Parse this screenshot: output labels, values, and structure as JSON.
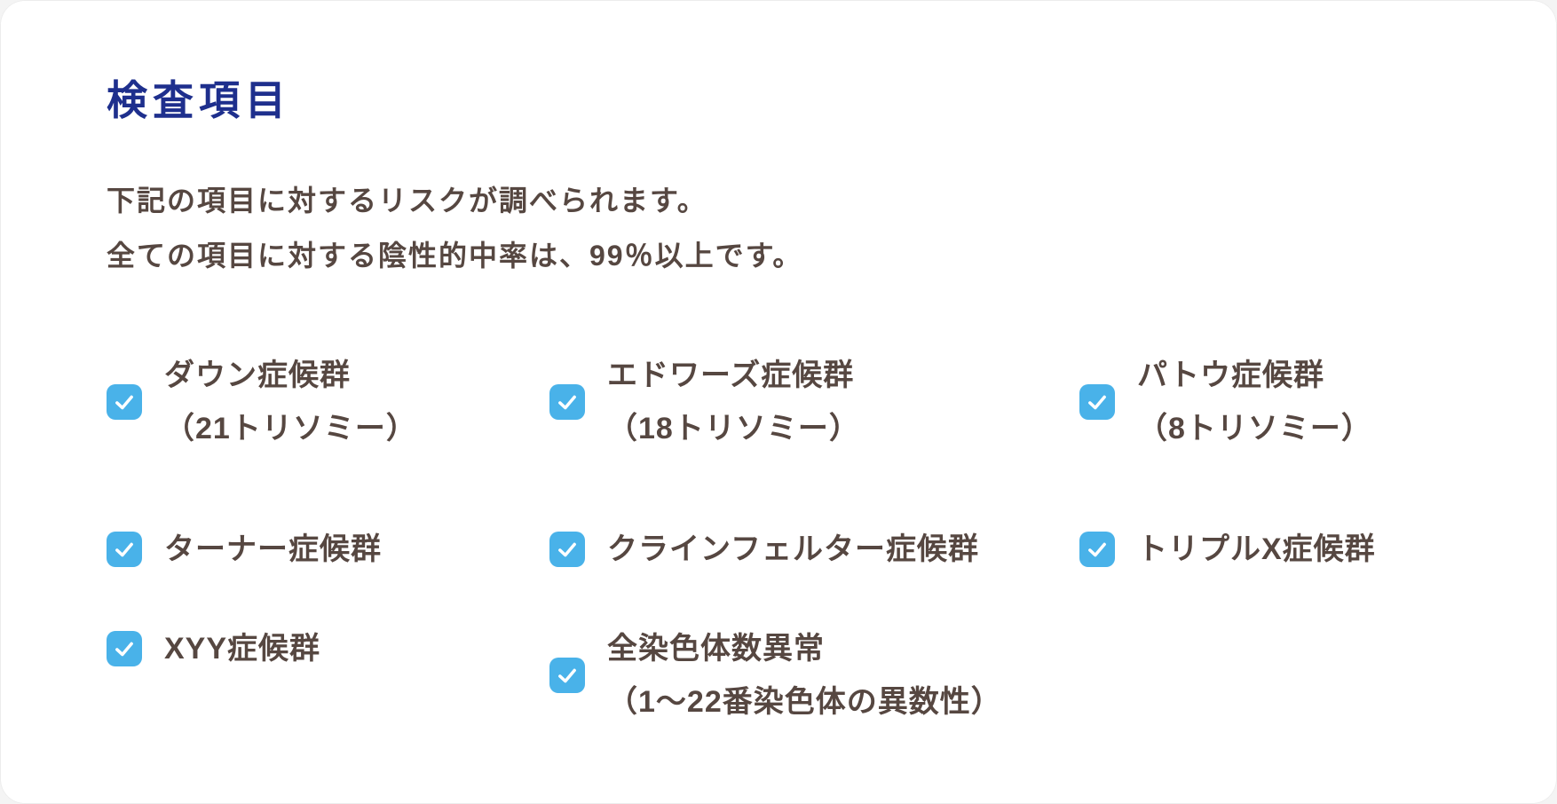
{
  "page": {
    "title": "検査項目",
    "description": [
      "下記の項目に対するリスクが調べられます。",
      "全ての項目に対する陰性的中率は、99％以上です。"
    ],
    "rows": [
      [
        {
          "name": "down-syndrome",
          "label": "ダウン症候群",
          "sublabel": "（21トリソミー）",
          "checked": true
        },
        {
          "name": "edwards-syndrome",
          "label": "エドワーズ症候群",
          "sublabel": "（18トリソミー）",
          "checked": true
        },
        {
          "name": "patau-syndrome",
          "label": "パトウ症候群",
          "sublabel": "（8トリソミー）",
          "checked": true
        }
      ],
      [
        {
          "name": "turner-syndrome",
          "label": "ターナー症候群",
          "sublabel": "",
          "checked": true
        },
        {
          "name": "klinefelter-syndrome",
          "label": "クラインフェルター症候群",
          "sublabel": "",
          "checked": true
        },
        {
          "name": "triple-x-syndrome",
          "label": "トリプルX症候群",
          "sublabel": "",
          "checked": true
        }
      ],
      [
        {
          "name": "xyy-syndrome",
          "label": "XYY症候群",
          "sublabel": "",
          "checked": true
        },
        {
          "name": "all-chromosome-aneuploidy",
          "label": "全染色体数異常",
          "sublabel": "（1〜22番染色体の異数性）",
          "checked": true
        }
      ]
    ],
    "colors": {
      "title": "#1e2f8d",
      "text": "#564741",
      "checkbox": "#49b2e9",
      "checkmark": "#ffffff"
    }
  }
}
